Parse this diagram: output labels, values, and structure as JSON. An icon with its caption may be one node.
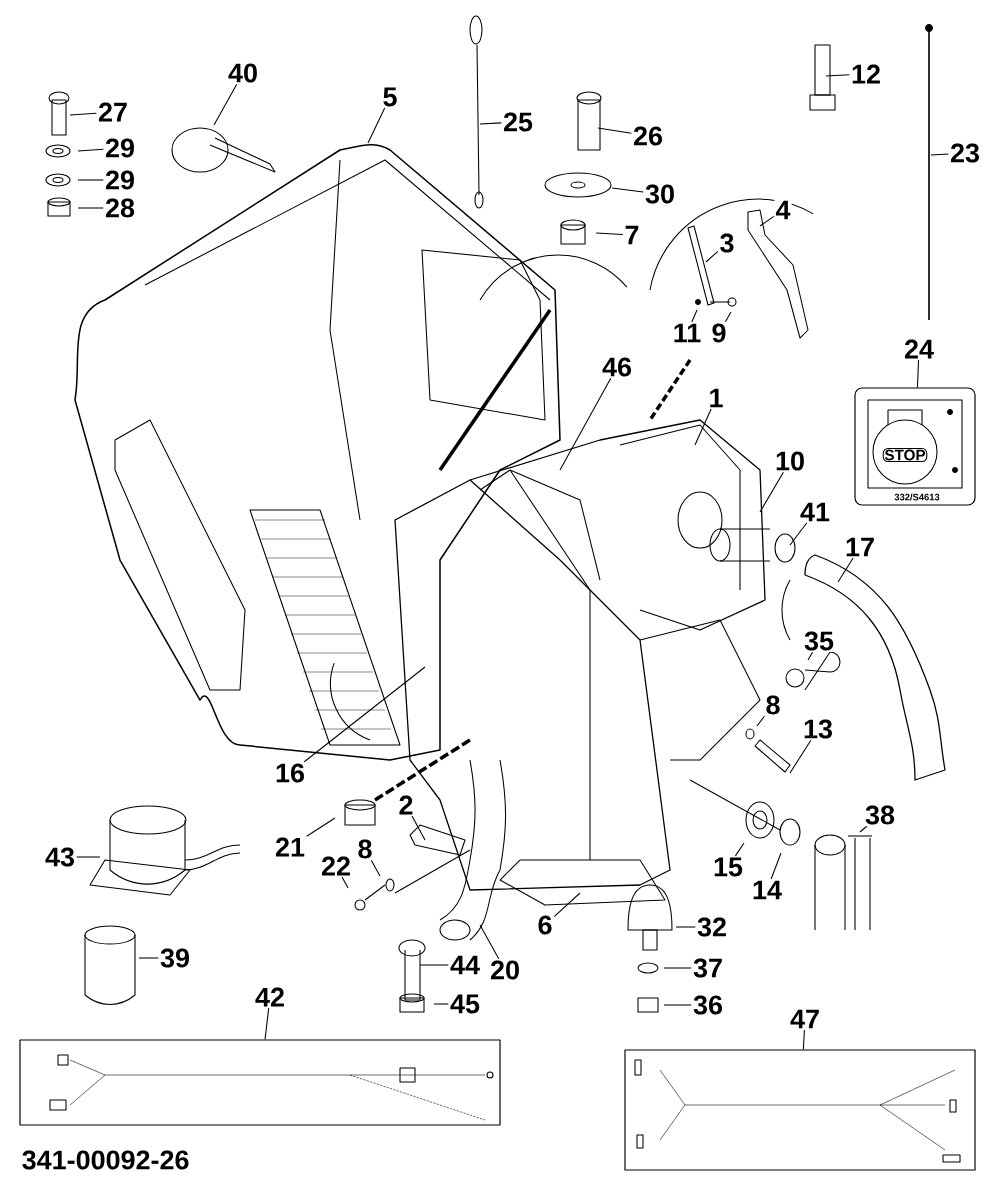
{
  "diagram": {
    "nodes": [
      {
        "text": [
          "40"
        ]
      },
      {
        "text": [
          "12"
        ]
      },
      {
        "text": [
          "5"
        ]
      },
      {
        "text": [
          "27"
        ]
      },
      {
        "text": [
          "25"
        ]
      },
      {
        "text": [
          "26"
        ]
      },
      {
        "text": [
          "29"
        ]
      },
      {
        "text": [
          "23"
        ]
      },
      {
        "text": [
          "29"
        ]
      },
      {
        "text": [
          "30"
        ]
      },
      {
        "text": [
          "28"
        ]
      },
      {
        "text": [
          "4"
        ]
      },
      {
        "text": [
          "7"
        ]
      },
      {
        "text": [
          "3"
        ]
      },
      {
        "text": [
          "11"
        ]
      },
      {
        "text": [
          "9"
        ]
      },
      {
        "text": [
          "24"
        ]
      },
      {
        "text": [
          "46"
        ]
      },
      {
        "text": [
          "STOP",
          "332/S4613"
        ]
      },
      {
        "text": [
          "1"
        ]
      },
      {
        "text": [
          "10"
        ]
      },
      {
        "text": [
          "41"
        ]
      },
      {
        "text": [
          "17"
        ]
      },
      {
        "text": [
          "35"
        ]
      },
      {
        "text": [
          "8"
        ]
      },
      {
        "text": [
          "13"
        ]
      },
      {
        "text": [
          "16"
        ]
      },
      {
        "text": [
          "2"
        ]
      },
      {
        "text": [
          "38"
        ]
      },
      {
        "text": [
          "21"
        ]
      },
      {
        "text": [
          "8"
        ]
      },
      {
        "text": [
          "43"
        ]
      },
      {
        "text": [
          "15"
        ]
      },
      {
        "text": [
          "22"
        ]
      },
      {
        "text": [
          "14"
        ]
      },
      {
        "text": [
          "6"
        ]
      },
      {
        "text": [
          "32"
        ]
      },
      {
        "text": [
          "39"
        ]
      },
      {
        "text": [
          "44"
        ]
      },
      {
        "text": [
          "37"
        ]
      },
      {
        "text": [
          "20"
        ]
      },
      {
        "text": [
          "42"
        ]
      },
      {
        "text": [
          "45"
        ]
      },
      {
        "text": [
          "36"
        ]
      },
      {
        "text": [
          "47"
        ]
      },
      {
        "text": [],
        "shape": "box"
      },
      {
        "text": [],
        "shape": "box"
      }
    ],
    "edges": [
      {
        "from": 0,
        "to": null,
        "arrow": "none"
      },
      {
        "from": 1,
        "to": null,
        "arrow": "none"
      },
      {
        "from": 2,
        "to": null,
        "arrow": "none"
      },
      {
        "from": 3,
        "to": null,
        "arrow": "none"
      },
      {
        "from": 4,
        "to": null,
        "arrow": "none"
      },
      {
        "from": 5,
        "to": null,
        "arrow": "none"
      },
      {
        "from": 6,
        "to": null,
        "arrow": "none"
      },
      {
        "from": 7,
        "to": null,
        "arrow": "none"
      },
      {
        "from": 8,
        "to": null,
        "arrow": "none"
      },
      {
        "from": 9,
        "to": null,
        "arrow": "none"
      },
      {
        "from": 10,
        "to": null,
        "arrow": "none"
      },
      {
        "from": 11,
        "to": null,
        "arrow": "none"
      },
      {
        "from": 12,
        "to": null,
        "arrow": "none"
      },
      {
        "from": 13,
        "to": null,
        "arrow": "none"
      },
      {
        "from": 14,
        "to": null,
        "arrow": "none"
      },
      {
        "from": 15,
        "to": null,
        "arrow": "none"
      },
      {
        "from": 16,
        "to": 18,
        "arrow": "none"
      },
      {
        "from": 17,
        "to": null,
        "arrow": "none"
      },
      {
        "from": 19,
        "to": null,
        "arrow": "none"
      },
      {
        "from": 20,
        "to": null,
        "arrow": "none"
      },
      {
        "from": 21,
        "to": null,
        "arrow": "none"
      },
      {
        "from": 22,
        "to": null,
        "arrow": "none"
      },
      {
        "from": 23,
        "to": null,
        "arrow": "none"
      },
      {
        "from": 24,
        "to": null,
        "arrow": "none"
      },
      {
        "from": 25,
        "to": null,
        "arrow": "none"
      },
      {
        "from": 26,
        "to": null,
        "arrow": "none"
      },
      {
        "from": 27,
        "to": null,
        "arrow": "none"
      },
      {
        "from": 28,
        "to": null,
        "arrow": "none"
      },
      {
        "from": 29,
        "to": null,
        "arrow": "none"
      },
      {
        "from": 30,
        "to": null,
        "arrow": "none"
      },
      {
        "from": 31,
        "to": null,
        "arrow": "none"
      },
      {
        "from": 32,
        "to": null,
        "arrow": "none"
      },
      {
        "from": 33,
        "to": null,
        "arrow": "none"
      },
      {
        "from": 34,
        "to": null,
        "arrow": "none"
      },
      {
        "from": 35,
        "to": null,
        "arrow": "none"
      },
      {
        "from": 36,
        "to": null,
        "arrow": "none"
      },
      {
        "from": 37,
        "to": null,
        "arrow": "none"
      },
      {
        "from": 38,
        "to": null,
        "arrow": "none"
      },
      {
        "from": 39,
        "to": null,
        "arrow": "none"
      },
      {
        "from": 40,
        "to": null,
        "arrow": "none"
      },
      {
        "from": 41,
        "to": 45,
        "arrow": "none"
      },
      {
        "from": 42,
        "to": null,
        "arrow": "none"
      },
      {
        "from": 43,
        "to": null,
        "arrow": "none"
      },
      {
        "from": 44,
        "to": 46,
        "arrow": "none"
      }
    ],
    "labels": [
      "341-00092-26"
    ]
  }
}
